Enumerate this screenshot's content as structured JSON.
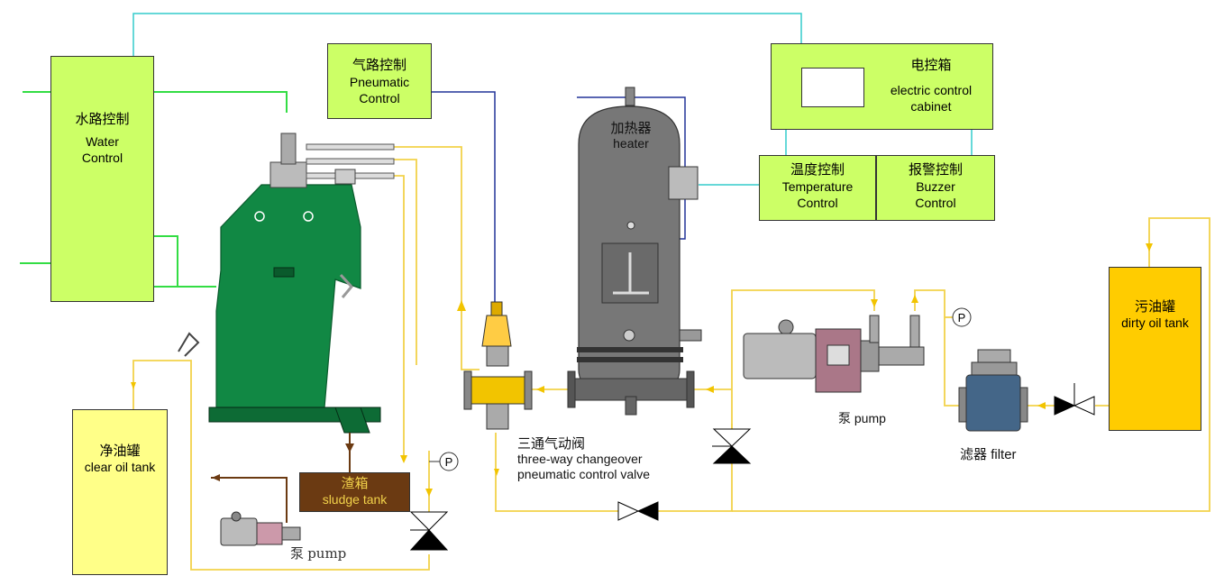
{
  "water_control": {
    "zh": "水路控制",
    "en1": "Water",
    "en2": "Control"
  },
  "pneumatic_control": {
    "zh": "气路控制",
    "en1": "Pneumatic",
    "en2": "Control"
  },
  "electric_cabinet": {
    "zh": "电控箱",
    "en1": "electric control",
    "en2": "cabinet"
  },
  "temperature_control": {
    "zh": "温度控制",
    "en1": "Temperature",
    "en2": "Control"
  },
  "buzzer_control": {
    "zh": "报警控制",
    "en1": "Buzzer",
    "en2": "Control"
  },
  "heater": {
    "zh": "加热器",
    "en": "heater"
  },
  "dirty_oil_tank": {
    "zh": "污油罐",
    "en": "dirty oil tank"
  },
  "clear_oil_tank": {
    "zh": "净油罐",
    "en": "clear oil tank"
  },
  "sludge_tank": {
    "zh": "渣箱",
    "en": "sludge tank"
  },
  "pump_main": {
    "zh": "泵",
    "en": "pump"
  },
  "pump_sludge": {
    "zh": "泵",
    "en": "pump"
  },
  "filter": {
    "zh": "滤器",
    "en": "filter"
  },
  "three_way_valve": {
    "zh": "三通气动阀",
    "en1": "three-way changeover",
    "en2": "pneumatic control valve"
  },
  "pressure_gauge_symbol": "P",
  "colors": {
    "control_box": "#ccff66",
    "separator": "#118844",
    "sludge_tank": "#6b3a12",
    "heater": "#777777",
    "yellow_oil_line": "#f2d24a",
    "water_line": "#33dd44",
    "signal_line": "#33cccc",
    "pneumatic_line": "#223399",
    "dirty_tank": "#ffcc00",
    "clear_tank": "#ffff88"
  }
}
